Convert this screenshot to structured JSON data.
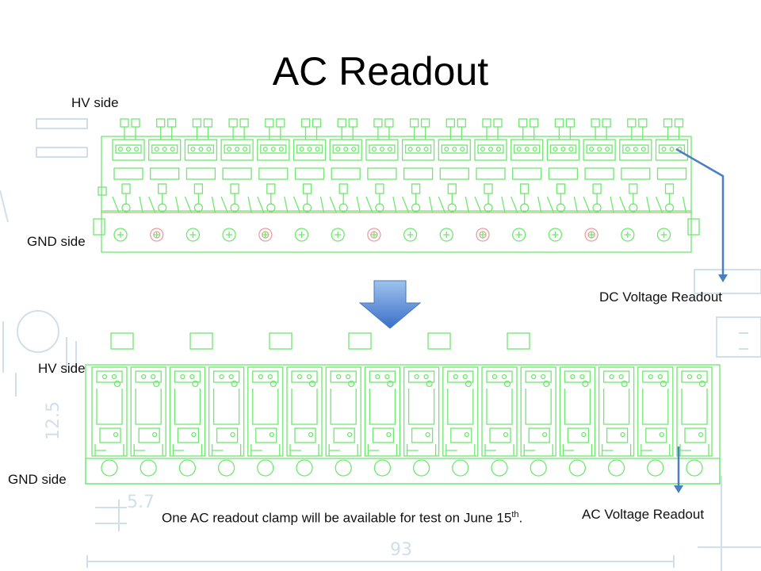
{
  "slide": {
    "title": "AC Readout",
    "top_panel": {
      "hv_label": "HV side",
      "gnd_label": "GND side",
      "readout_label": "DC Voltage Readout"
    },
    "bottom_panel": {
      "hv_label": "HV side",
      "gnd_label": "GND side",
      "readout_label": "AC Voltage Readout"
    },
    "dims": {
      "width": "93",
      "height": "12.5",
      "pitch": "5.7"
    },
    "note": {
      "text_before": "One AC readout clamp will be available for test on June 15",
      "superscript": "th",
      "text_after": "."
    }
  },
  "colors": {
    "drawing_green": "#6ee86e",
    "drawing_red": "#e8a0a0",
    "background_cad": "#cfe0ea",
    "arrow_blue": "#4a7fc1",
    "down_arrow_light": "#9fc3ee",
    "down_arrow_dark": "#3a6fc8"
  }
}
